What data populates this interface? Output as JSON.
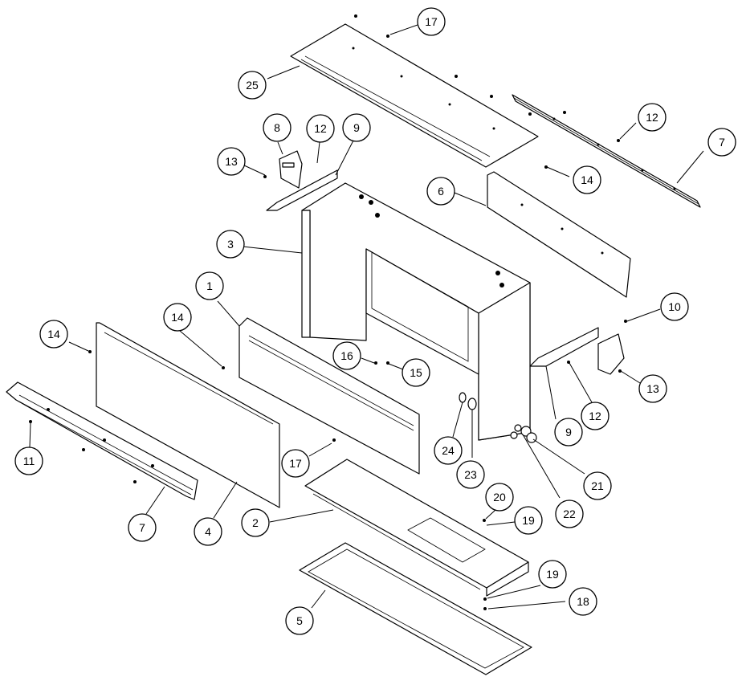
{
  "callouts": [
    {
      "label": "17"
    },
    {
      "label": "25"
    },
    {
      "label": "8"
    },
    {
      "label": "12"
    },
    {
      "label": "9"
    },
    {
      "label": "13"
    },
    {
      "label": "12"
    },
    {
      "label": "7"
    },
    {
      "label": "14"
    },
    {
      "label": "6"
    },
    {
      "label": "3"
    },
    {
      "label": "1"
    },
    {
      "label": "14"
    },
    {
      "label": "14"
    },
    {
      "label": "16"
    },
    {
      "label": "15"
    },
    {
      "label": "10"
    },
    {
      "label": "13"
    },
    {
      "label": "12"
    },
    {
      "label": "9"
    },
    {
      "label": "11"
    },
    {
      "label": "7"
    },
    {
      "label": "4"
    },
    {
      "label": "2"
    },
    {
      "label": "17"
    },
    {
      "label": "24"
    },
    {
      "label": "23"
    },
    {
      "label": "21"
    },
    {
      "label": "22"
    },
    {
      "label": "20"
    },
    {
      "label": "19"
    },
    {
      "label": "19"
    },
    {
      "label": "18"
    },
    {
      "label": "5"
    }
  ]
}
